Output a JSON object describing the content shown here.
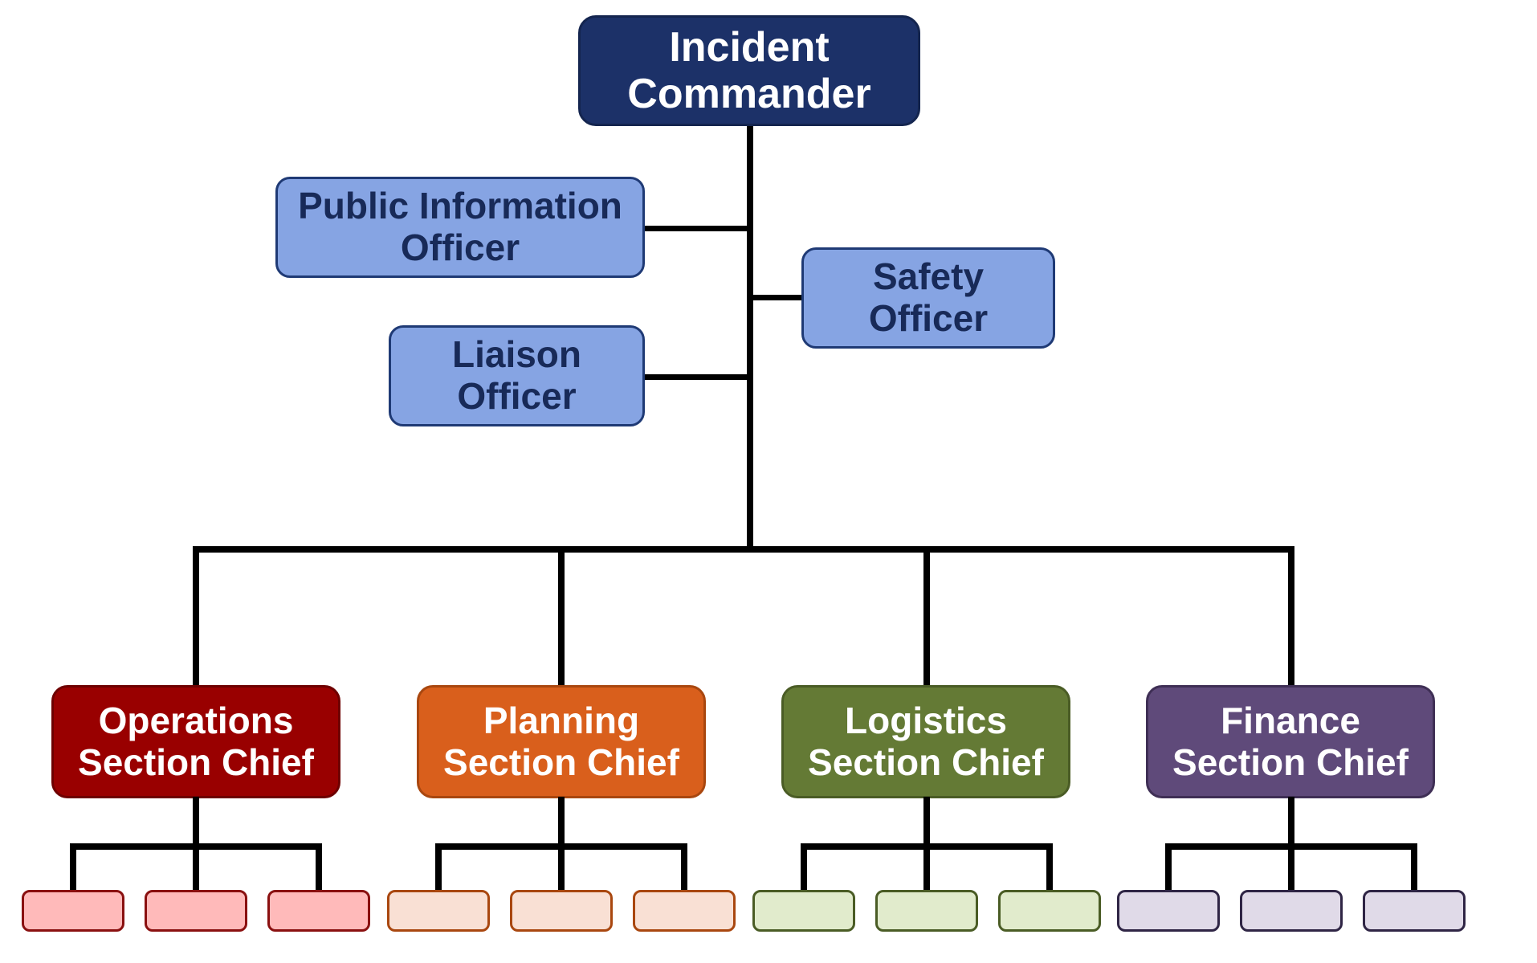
{
  "chart": {
    "title": "Incident Command System Organization",
    "commander": {
      "line1": "Incident",
      "line2": "Commander"
    },
    "command_staff": [
      {
        "id": "pio",
        "line1": "Public Information",
        "line2": "Officer"
      },
      {
        "id": "safety",
        "line1": "Safety",
        "line2": "Officer"
      },
      {
        "id": "liaison",
        "line1": "Liaison",
        "line2": "Officer"
      }
    ],
    "sections": [
      {
        "id": "operations",
        "line1": "Operations",
        "line2": "Section Chief",
        "color": "#990000",
        "sub_color": "#ffbaba",
        "sub_units": 3
      },
      {
        "id": "planning",
        "line1": "Planning",
        "line2": "Section Chief",
        "color": "#d95f1c",
        "sub_color": "#f9e0d4",
        "sub_units": 3
      },
      {
        "id": "logistics",
        "line1": "Logistics",
        "line2": "Section Chief",
        "color": "#647a35",
        "sub_color": "#e1ebcc",
        "sub_units": 3
      },
      {
        "id": "finance",
        "line1": "Finance",
        "line2": "Section Chief",
        "color": "#5f4a7a",
        "sub_color": "#e0dae8",
        "sub_units": 3
      }
    ],
    "colors": {
      "commander": "#1c3168",
      "officer": "#86a4e3",
      "officer_text": "#182a58",
      "connector": "#000000"
    }
  }
}
